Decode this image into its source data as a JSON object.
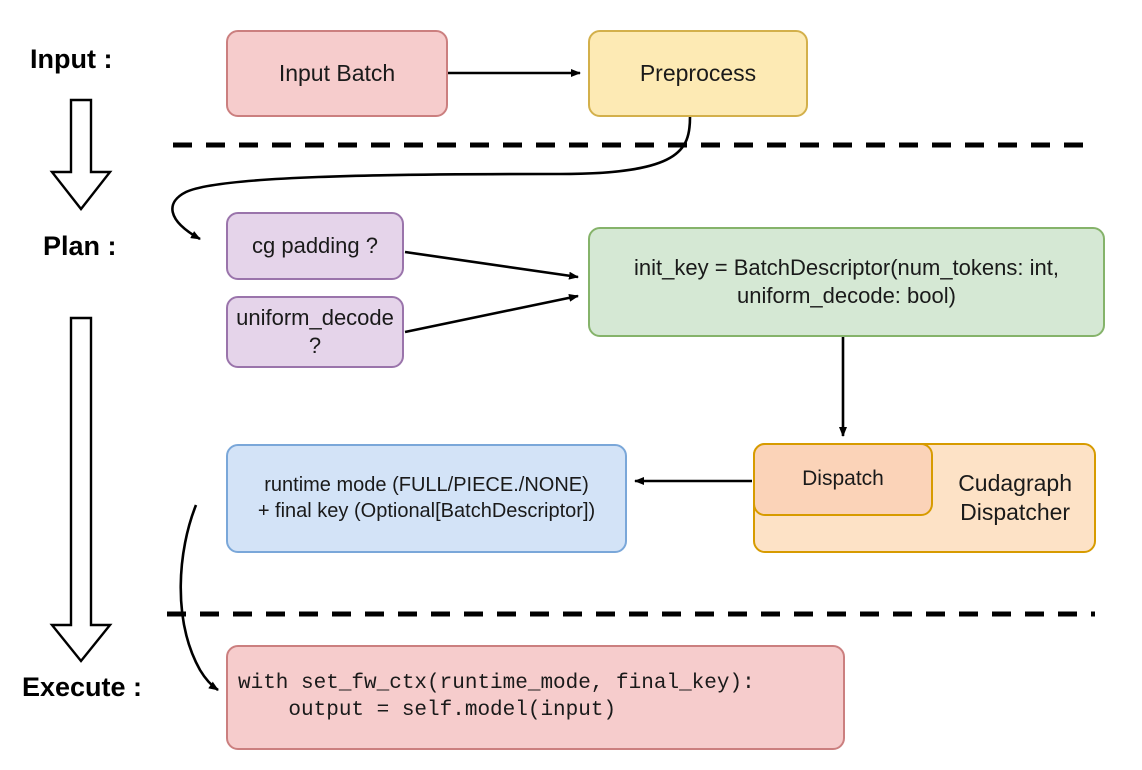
{
  "diagram": {
    "title_stages": [
      {
        "label": "Input :"
      },
      {
        "label": "Plan :"
      },
      {
        "label": "Execute :"
      }
    ],
    "nodes": {
      "input_batch": {
        "label": "Input Batch",
        "fill": "#f6cccc",
        "stroke": "#cb7f7f"
      },
      "preprocess": {
        "label": "Preprocess",
        "fill": "#fdeab4",
        "stroke": "#d3b04b"
      },
      "cg_padding": {
        "label": "cg padding ?",
        "fill": "#e5d4ea",
        "stroke": "#9a74ab"
      },
      "uniform_decode": {
        "label": "uniform_decode ?",
        "fill": "#e5d4ea",
        "stroke": "#9a74ab"
      },
      "init_key": {
        "label": "init_key = BatchDescriptor(num_tokens: int,\nuniform_decode: bool)",
        "fill": "#d5e8d4",
        "stroke": "#85b36a"
      },
      "cudagraph_dispatcher": {
        "label": "Cudagraph\nDispatcher",
        "fill": "#fde2c6",
        "stroke": "#d79b00"
      },
      "dispatch": {
        "label": "Dispatch",
        "fill": "#fbd3b8",
        "stroke": "#d79b00"
      },
      "runtime_mode": {
        "label": "runtime mode (FULL/PIECE./NONE)\n+ final key (Optional[BatchDescriptor])",
        "fill": "#d3e3f7",
        "stroke": "#7aa7d9"
      },
      "execute_code": {
        "label": "with set_fw_ctx(runtime_mode, final_key):\n    output = self.model(input)",
        "fill": "#f6cccc",
        "stroke": "#cb7f7f"
      }
    },
    "separators": [
      {
        "name": "input-plan-divider"
      },
      {
        "name": "plan-execute-divider"
      }
    ],
    "flow_arrows": [
      {
        "name": "input-batch-to-preprocess"
      },
      {
        "name": "preprocess-to-cg-padding"
      },
      {
        "name": "cg-padding-to-init-key"
      },
      {
        "name": "uniform-decode-to-init-key"
      },
      {
        "name": "init-key-to-dispatch"
      },
      {
        "name": "dispatch-to-runtime-mode"
      },
      {
        "name": "runtime-mode-to-execute-code"
      }
    ],
    "stage_arrows": [
      {
        "name": "input-to-plan-block-arrow"
      },
      {
        "name": "plan-to-execute-block-arrow"
      }
    ],
    "colors": {
      "line": "#000000",
      "background": "#ffffff",
      "text": "#1a1a1a"
    }
  }
}
